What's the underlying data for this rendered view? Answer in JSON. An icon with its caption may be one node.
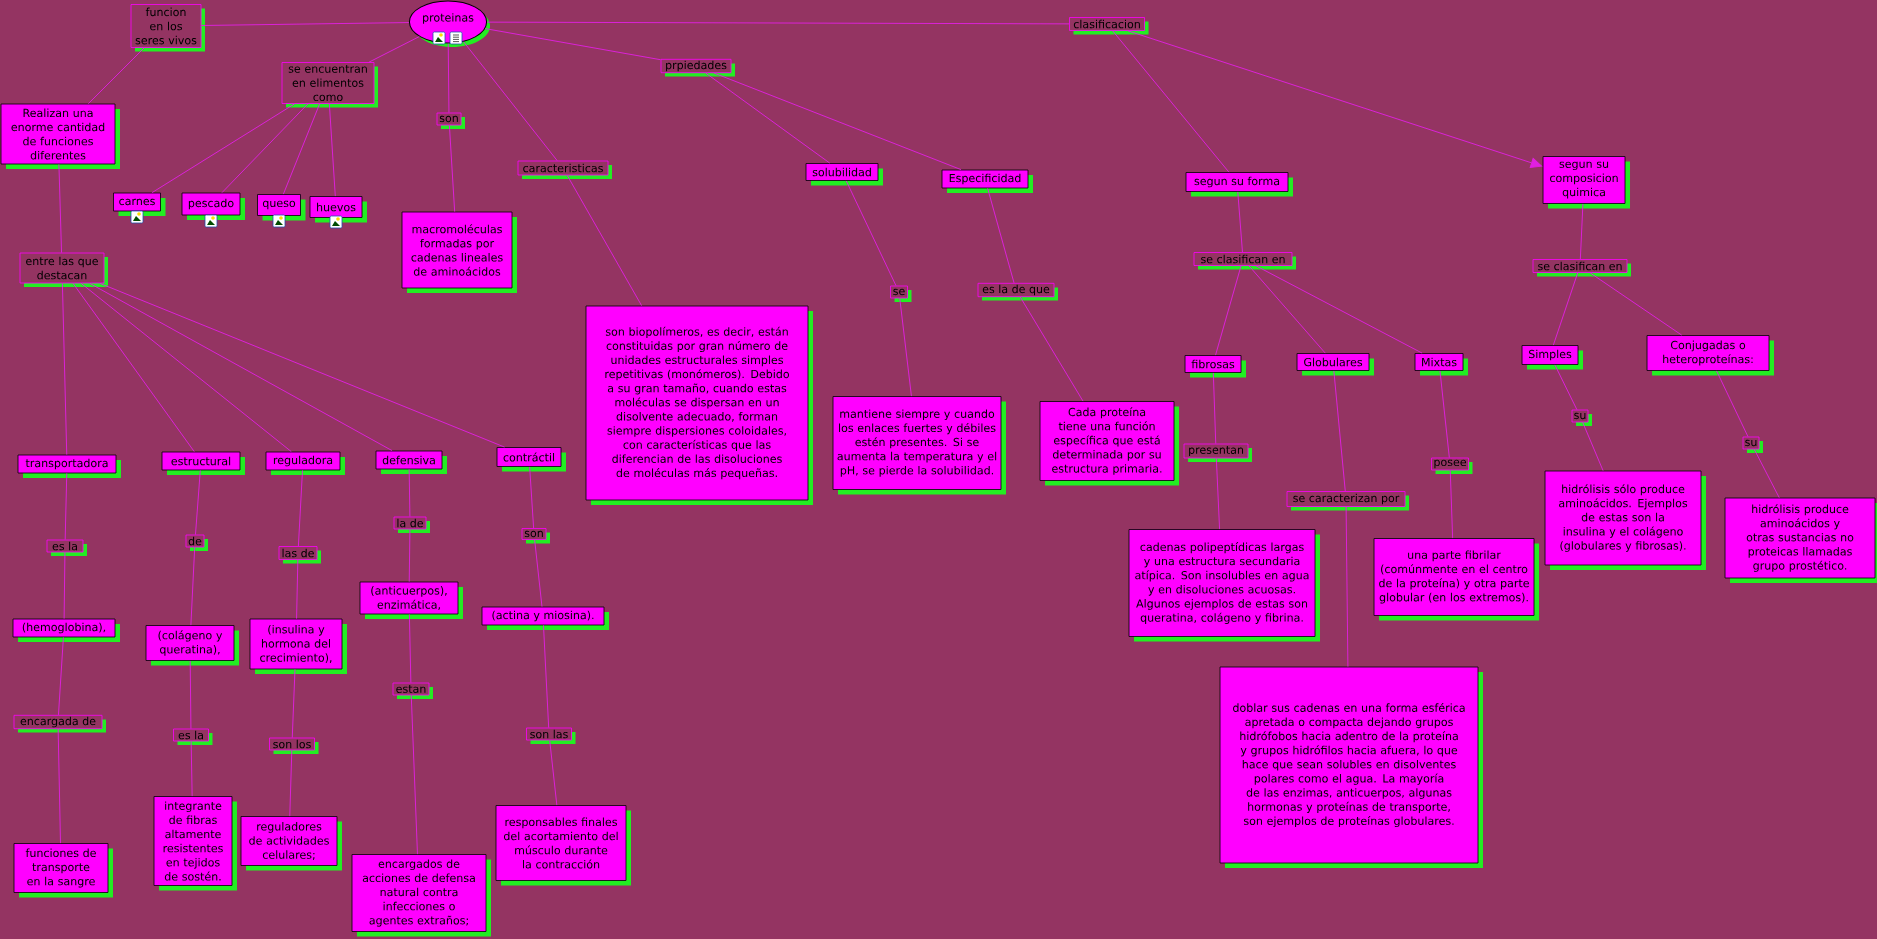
{
  "diagram": {
    "nodes": [
      {
        "text": [
          "proteinas"
        ]
      },
      {
        "text": [
          "funcion en los seres vivos"
        ]
      },
      {
        "text": [
          "Realizan una enorme cantidad de funciones diferentes"
        ]
      },
      {
        "text": [
          "se encuentran en elimentos como"
        ]
      },
      {
        "text": [
          "carnes"
        ]
      },
      {
        "text": [
          "pescado"
        ]
      },
      {
        "text": [
          "queso"
        ]
      },
      {
        "text": [
          "huevos"
        ]
      },
      {
        "text": [
          "son"
        ]
      },
      {
        "text": [
          "macromoléculas formadas por cadenas lineales de aminoácidos"
        ]
      },
      {
        "text": [
          "caracteristicas"
        ]
      },
      {
        "text": [
          "son biopolímeros, es decir, están constituidas por gran número de unidades estructurales simples repetitivas (monómeros). Debido a su gran tamaño, cuando estas moléculas se dispersan en un disolvente adecuado, forman siempre dispersiones coloidales, con características que las diferencian de las disoluciones de moléculas más pequeñas."
        ]
      },
      {
        "text": [
          "prpiedades"
        ]
      },
      {
        "text": [
          "solubilidad"
        ]
      },
      {
        "text": [
          "Especificidad"
        ]
      },
      {
        "text": [
          "se"
        ]
      },
      {
        "text": [
          "es la de que"
        ]
      },
      {
        "text": [
          "mantiene siempre y cuando los enlaces fuertes y débiles estén presentes. Si se aumenta la temperatura y el pH, se pierde la solubilidad."
        ]
      },
      {
        "text": [
          "Cada proteína tiene una función específica que está determinada por su estructura primaria."
        ]
      },
      {
        "text": [
          "clasificacion"
        ]
      },
      {
        "text": [
          "segun su forma"
        ]
      },
      {
        "text": [
          "segun su composicion quimica"
        ]
      },
      {
        "text": [
          "se clasifican en"
        ]
      },
      {
        "text": [
          "se clasifican en"
        ]
      },
      {
        "text": [
          "fibrosas"
        ]
      },
      {
        "text": [
          "Globulares"
        ]
      },
      {
        "text": [
          "Mixtas"
        ]
      },
      {
        "text": [
          "Simples"
        ]
      },
      {
        "text": [
          "Conjugadas o heteroproteínas:"
        ]
      },
      {
        "text": [
          "presentan"
        ]
      },
      {
        "text": [
          "se caracterizan por"
        ]
      },
      {
        "text": [
          "posee"
        ]
      },
      {
        "text": [
          "su"
        ]
      },
      {
        "text": [
          "su"
        ]
      },
      {
        "text": [
          "cadenas polipeptídicas largas y una estructura secundaria atípica. Son insolubles en agua y en disoluciones acuosas. Algunos ejemplos de estas son queratina, colágeno y fibrina."
        ]
      },
      {
        "text": [
          "una parte fibrilar (comúnmente en el centro de la proteína) y otra parte globular (en los extremos)."
        ]
      },
      {
        "text": [
          "hidrólisis sólo produce aminoácidos. Ejemplos de estas son la insulina y el colágeno (globulares y fibrosas)."
        ]
      },
      {
        "text": [
          "hidrólisis produce aminoácidos y otras sustancias no proteicas llamadas grupo prostético."
        ]
      },
      {
        "text": [
          "doblar sus cadenas en una forma esférica apretada o compacta dejando grupos hidrófobos hacia adentro de la proteína y grupos hidrófilos hacia afuera, lo que hace que sean solubles en disolventes polares como el agua. La mayoría de las enzimas, anticuerpos, algunas hormonas y proteínas de transporte, son ejemplos de proteínas globulares."
        ]
      },
      {
        "text": [
          "entre las que destacan"
        ]
      },
      {
        "text": [
          "transportadora"
        ]
      },
      {
        "text": [
          "estructural"
        ]
      },
      {
        "text": [
          "reguladora"
        ]
      },
      {
        "text": [
          "defensiva"
        ]
      },
      {
        "text": [
          "contráctil"
        ]
      },
      {
        "text": [
          "es la"
        ]
      },
      {
        "text": [
          "de"
        ]
      },
      {
        "text": [
          "las de"
        ]
      },
      {
        "text": [
          "la de"
        ]
      },
      {
        "text": [
          "son"
        ]
      },
      {
        "text": [
          "(hemoglobina),"
        ]
      },
      {
        "text": [
          "(colágeno y queratina),"
        ]
      },
      {
        "text": [
          "(insulina y hormona del crecimiento),"
        ]
      },
      {
        "text": [
          "(anticuerpos), enzimática,"
        ]
      },
      {
        "text": [
          "(actina y miosina)."
        ]
      },
      {
        "text": [
          "encargada de"
        ]
      },
      {
        "text": [
          "es la"
        ]
      },
      {
        "text": [
          "son los"
        ]
      },
      {
        "text": [
          "estan"
        ]
      },
      {
        "text": [
          "son las"
        ]
      },
      {
        "text": [
          "funciones de transporte en la sangre"
        ]
      },
      {
        "text": [
          "integrante de fibras altamente resistentes en tejidos de sostén."
        ]
      },
      {
        "text": [
          "reguladores de actividades celulares;"
        ]
      },
      {
        "text": [
          "encargados de acciones de defensa natural contra infecciones o agentes extraños;"
        ]
      },
      {
        "text": [
          "responsables finales del acortamiento del músculo durante la contracción"
        ]
      }
    ],
    "edges": [
      {
        "from": 0,
        "to": 1,
        "arrow": "none"
      },
      {
        "from": 1,
        "to": 2,
        "arrow": "none"
      },
      {
        "from": 0,
        "to": 3,
        "arrow": "none"
      },
      {
        "from": 3,
        "to": 4,
        "arrow": "none"
      },
      {
        "from": 3,
        "to": 5,
        "arrow": "none"
      },
      {
        "from": 3,
        "to": 6,
        "arrow": "none"
      },
      {
        "from": 3,
        "to": 7,
        "arrow": "none"
      },
      {
        "from": 0,
        "to": 8,
        "arrow": "none"
      },
      {
        "from": 8,
        "to": 9,
        "arrow": "none"
      },
      {
        "from": 0,
        "to": 10,
        "arrow": "none"
      },
      {
        "from": 10,
        "to": 11,
        "arrow": "none"
      },
      {
        "from": 0,
        "to": 12,
        "arrow": "none"
      },
      {
        "from": 12,
        "to": 13,
        "arrow": "none"
      },
      {
        "from": 12,
        "to": 14,
        "arrow": "none"
      },
      {
        "from": 13,
        "to": 15,
        "arrow": "none"
      },
      {
        "from": 15,
        "to": 17,
        "arrow": "none"
      },
      {
        "from": 14,
        "to": 16,
        "arrow": "none"
      },
      {
        "from": 16,
        "to": 18,
        "arrow": "none"
      },
      {
        "from": 0,
        "to": 19,
        "arrow": "none"
      },
      {
        "from": 19,
        "to": 20,
        "arrow": "none"
      },
      {
        "from": 19,
        "to": 21,
        "arrow": "to"
      },
      {
        "from": 20,
        "to": 22,
        "arrow": "none"
      },
      {
        "from": 22,
        "to": 24,
        "arrow": "none"
      },
      {
        "from": 22,
        "to": 25,
        "arrow": "none"
      },
      {
        "from": 22,
        "to": 26,
        "arrow": "none"
      },
      {
        "from": 21,
        "to": 23,
        "arrow": "none"
      },
      {
        "from": 23,
        "to": 27,
        "arrow": "none"
      },
      {
        "from": 23,
        "to": 28,
        "arrow": "none"
      },
      {
        "from": 24,
        "to": 29,
        "arrow": "none"
      },
      {
        "from": 29,
        "to": 34,
        "arrow": "none"
      },
      {
        "from": 25,
        "to": 30,
        "arrow": "none"
      },
      {
        "from": 30,
        "to": 38,
        "arrow": "none"
      },
      {
        "from": 26,
        "to": 31,
        "arrow": "none"
      },
      {
        "from": 31,
        "to": 35,
        "arrow": "none"
      },
      {
        "from": 27,
        "to": 32,
        "arrow": "none"
      },
      {
        "from": 32,
        "to": 36,
        "arrow": "none"
      },
      {
        "from": 28,
        "to": 33,
        "arrow": "none"
      },
      {
        "from": 33,
        "to": 37,
        "arrow": "none"
      },
      {
        "from": 2,
        "to": 39,
        "arrow": "none"
      },
      {
        "from": 39,
        "to": 40,
        "arrow": "none"
      },
      {
        "from": 39,
        "to": 41,
        "arrow": "none"
      },
      {
        "from": 39,
        "to": 42,
        "arrow": "none"
      },
      {
        "from": 39,
        "to": 43,
        "arrow": "none"
      },
      {
        "from": 39,
        "to": 44,
        "arrow": "none"
      },
      {
        "from": 40,
        "to": 45,
        "arrow": "none"
      },
      {
        "from": 45,
        "to": 50,
        "arrow": "none"
      },
      {
        "from": 50,
        "to": 55,
        "arrow": "none"
      },
      {
        "from": 55,
        "to": 60,
        "arrow": "none"
      },
      {
        "from": 41,
        "to": 46,
        "arrow": "none"
      },
      {
        "from": 46,
        "to": 51,
        "arrow": "none"
      },
      {
        "from": 51,
        "to": 56,
        "arrow": "none"
      },
      {
        "from": 56,
        "to": 61,
        "arrow": "none"
      },
      {
        "from": 42,
        "to": 47,
        "arrow": "none"
      },
      {
        "from": 47,
        "to": 52,
        "arrow": "none"
      },
      {
        "from": 52,
        "to": 57,
        "arrow": "none"
      },
      {
        "from": 57,
        "to": 62,
        "arrow": "none"
      },
      {
        "from": 43,
        "to": 48,
        "arrow": "none"
      },
      {
        "from": 48,
        "to": 53,
        "arrow": "none"
      },
      {
        "from": 53,
        "to": 58,
        "arrow": "none"
      },
      {
        "from": 58,
        "to": 63,
        "arrow": "none"
      },
      {
        "from": 44,
        "to": 49,
        "arrow": "none"
      },
      {
        "from": 49,
        "to": 54,
        "arrow": "none"
      },
      {
        "from": 54,
        "to": 59,
        "arrow": "none"
      },
      {
        "from": 59,
        "to": 64,
        "arrow": "none"
      }
    ]
  }
}
